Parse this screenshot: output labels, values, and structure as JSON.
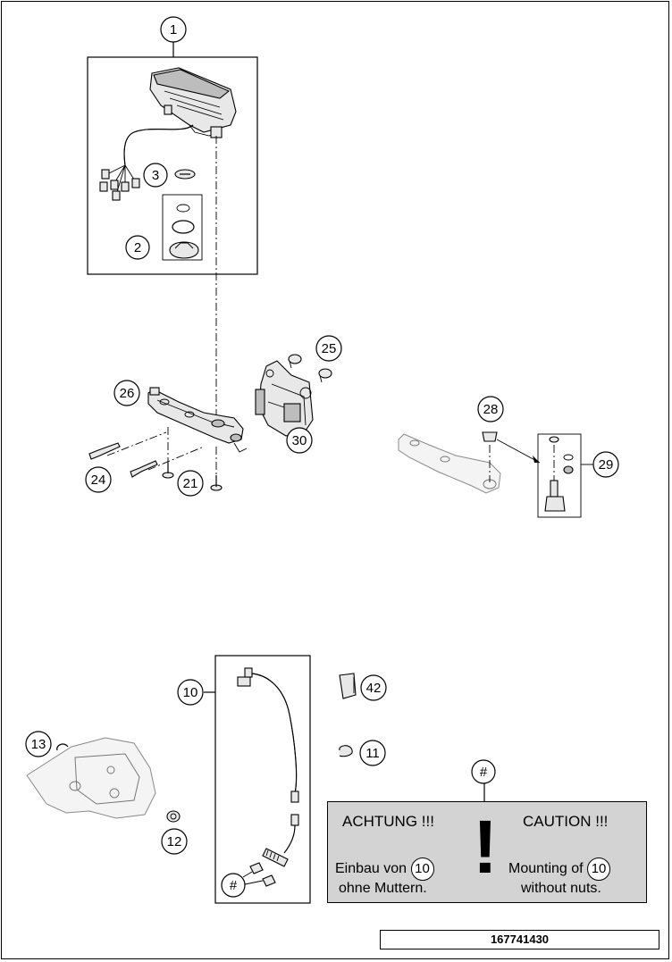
{
  "callouts": {
    "c1": "1",
    "c2": "2",
    "c3": "3",
    "c10": "10",
    "c11": "11",
    "c12": "12",
    "c13": "13",
    "c21": "21",
    "c24": "24",
    "c25": "25",
    "c26": "26",
    "c28": "28",
    "c29": "29",
    "c30": "30",
    "c42": "42",
    "hash_top": "#",
    "hash_nuts": "#"
  },
  "notice": {
    "de_title": "ACHTUNG !!!",
    "en_title": "CAUTION !!!",
    "de_line1": "Einbau von",
    "de_line2": "ohne Muttern.",
    "en_line1": "Mounting of",
    "en_line2": "without nuts.",
    "ref_de": "10",
    "ref_en": "10",
    "mark": "!"
  },
  "drawing_number": "167741430"
}
